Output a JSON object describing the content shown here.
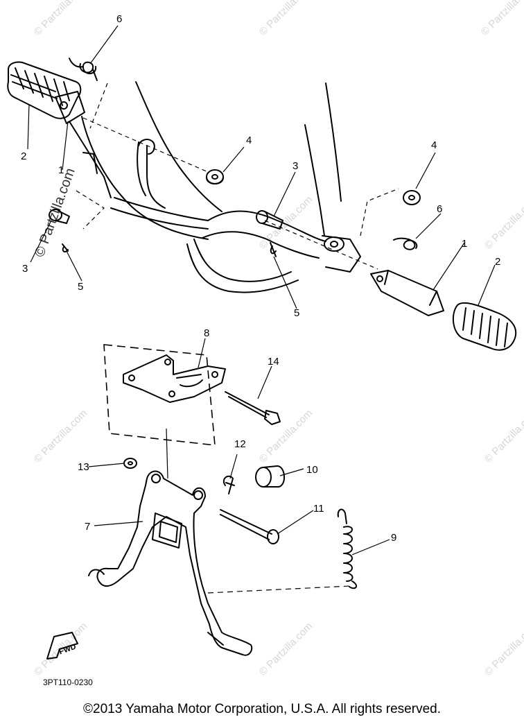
{
  "callouts": {
    "c1a": "1",
    "c1b": "1",
    "c2a": "2",
    "c2b": "2",
    "c3a": "3",
    "c3b": "3",
    "c4a": "4",
    "c4b": "4",
    "c5a": "5",
    "c5b": "5",
    "c6a": "6",
    "c6b": "6",
    "c7": "7",
    "c8": "8",
    "c9": "9",
    "c10": "10",
    "c11": "11",
    "c12": "12",
    "c13": "13",
    "c14": "14"
  },
  "fwd_label": "FWD",
  "diagram_code": "3PT110-0230",
  "watermark": "© Partzilla.com",
  "copyright": "©2013  Yamaha Motor Corporation, U.S.A. All rights reserved."
}
